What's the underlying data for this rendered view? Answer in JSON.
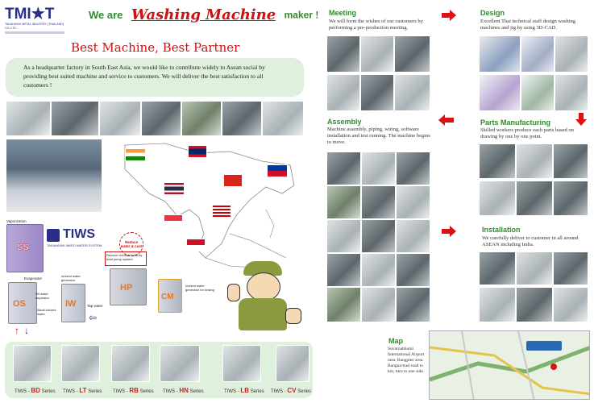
{
  "header": {
    "logo_text": "TMI★T",
    "logo_sub": "TAKAHASHI METAL INDUSTRY (THAILAND) CO.,LTD.",
    "we_are": "We are",
    "washing_machine": "Washing Machine",
    "maker": "maker !"
  },
  "intro": {
    "slogan": "Best Machine, Best Partner",
    "text": "As a headquarter factory in South East Asia, we would like to contribute widely to Asean social by providing best suited machine and service to customers. We will deliver the best satisfaction to all customers !"
  },
  "system": {
    "brand": "TIWS",
    "brand_sub": "TAKAHASHI INKED WATER SYSTEM",
    "badge": "Reduce water & cost",
    "units": [
      "SS",
      "OS",
      "IW",
      "HP",
      "CM"
    ],
    "notes": {
      "vaporization": "Vaporization",
      "evaporator": "Evaporator",
      "oil_separator": "Oil water separator",
      "ionized": "Ionized water generator",
      "tap": "Tap water",
      "alkali": "Alkali ionized water",
      "hp_desc": "Recover exhaust heat by heat pump system",
      "cm_desc": "Ionized water generator for rinsing"
    }
  },
  "series": [
    {
      "code": "BD",
      "suffix": "Series",
      "prefix": "TIWS -"
    },
    {
      "code": "LT",
      "suffix": "Series",
      "prefix": "TIWS -"
    },
    {
      "code": "RB",
      "suffix": "Series",
      "prefix": "TIWS -"
    },
    {
      "code": "HN",
      "suffix": "Series",
      "prefix": "TIWS -"
    },
    {
      "code": "LB",
      "suffix": "Series",
      "prefix": "TIWS -"
    },
    {
      "code": "CV",
      "suffix": "Series",
      "prefix": "TIWS -"
    }
  ],
  "steps": {
    "meeting": {
      "title": "Meeting",
      "text": "We will form the wishes of our customers by performing a pre-production meeting."
    },
    "design": {
      "title": "Design",
      "text": "Excellent Thai technical staff design washing machines and jig by using 3D-CAD."
    },
    "parts": {
      "title": "Parts Manufacturing",
      "text": "Skilled workers produce each parts based on drawing by one by one point."
    },
    "assembly": {
      "title": "Assembly",
      "text": "Machine assembly, piping, wiring, software installation and test running. The machine begins to move."
    },
    "installation": {
      "title": "Installation",
      "text": "We carefully deliver to customer in all around ASEAN including India."
    }
  },
  "map": {
    "title": "Map",
    "text": "Suvarnabhumi International Airport near. Bangplee area. Bangna-trad road to km, turn to one side."
  },
  "colors": {
    "red": "#cc1111",
    "green": "#2e8b2e",
    "navy": "#2a2f86",
    "mint": "#dff0dc"
  }
}
